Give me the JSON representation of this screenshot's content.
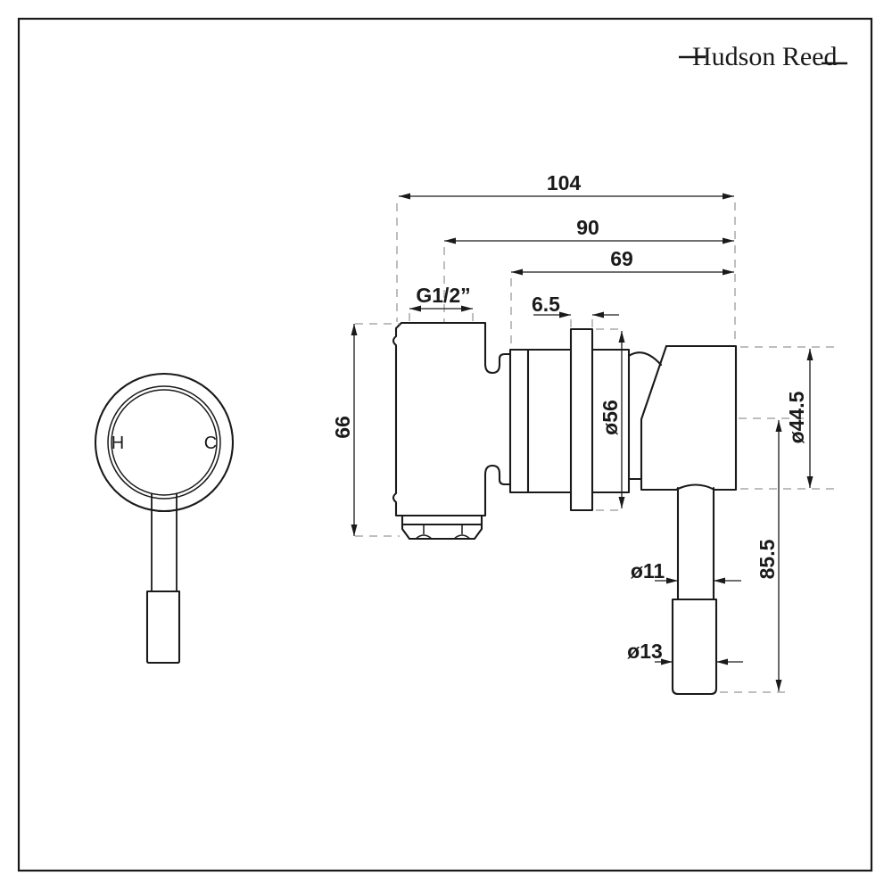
{
  "page": {
    "background": "#ffffff",
    "ink_color": "#1a1a1a",
    "dash_color": "#a8a8a8"
  },
  "logo": {
    "text": "Hudson Reed"
  },
  "front_view": {
    "hot_label": "H",
    "cold_label": "C"
  },
  "dimensions": {
    "depth_total": "104",
    "depth_mid": "90",
    "depth_front": "69",
    "thread": "G1/2”",
    "plate_thickness": "6.5",
    "body_height": "66",
    "plate_diameter": "ø56",
    "handle_diameter": "ø44.5",
    "lever_length": "85.5",
    "stem_diameter": "ø11",
    "grip_diameter": "ø13"
  }
}
